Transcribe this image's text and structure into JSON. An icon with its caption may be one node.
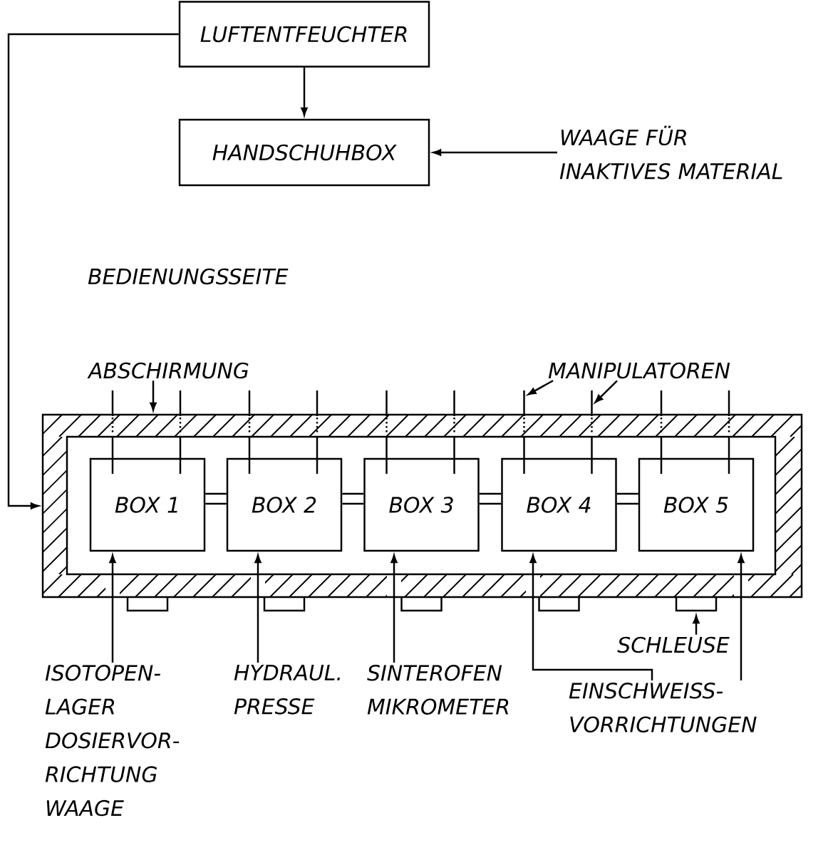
{
  "diagram": {
    "nodes": [
      {
        "text": [
          "LUFTENTFEUCHTER"
        ]
      },
      {
        "text": [
          "HANDSCHUHBOX"
        ]
      },
      {
        "text": [
          "WAAGE FÜR INAKTIVES MATERIAL"
        ]
      },
      {
        "text": [],
        "shape": "box"
      },
      {
        "text": [
          "BOX 1"
        ],
        "in": 3
      },
      {
        "text": [
          "BOX 2"
        ],
        "in": 3
      },
      {
        "text": [
          "BOX 3"
        ],
        "in": 3
      },
      {
        "text": [
          "BOX 4"
        ],
        "in": 3
      },
      {
        "text": [
          "BOX 5"
        ],
        "in": 3
      },
      {
        "text": [
          "ABSCHIRMUNG"
        ]
      },
      {
        "text": [
          "MANIPULATOREN"
        ]
      },
      {
        "text": [
          "ISOTOPEN- LAGER",
          "DOSIERVOR- RICHTUNG",
          "WAAGE"
        ]
      },
      {
        "text": [
          "HYDRAUL. PRESSE"
        ]
      },
      {
        "text": [
          "SINTEROFEN MIKROMETER"
        ]
      },
      {
        "text": [
          "EINSCHWEISS- VORRICHTUNGEN"
        ]
      },
      {
        "text": [
          "SCHLEUSE"
        ]
      }
    ],
    "edges": [
      {
        "from": 0,
        "to": 1,
        "arrow": "to"
      },
      {
        "from": 2,
        "to": 1,
        "arrow": "to"
      },
      {
        "from": 0,
        "to": 3,
        "arrow": "to"
      },
      {
        "from": 9,
        "to": 3,
        "arrow": "to"
      },
      {
        "from": 10,
        "to": null,
        "arrow": "to"
      },
      {
        "from": 10,
        "to": null,
        "arrow": "to"
      },
      {
        "from": 11,
        "to": 4,
        "arrow": "to"
      },
      {
        "from": 12,
        "to": 5,
        "arrow": "to"
      },
      {
        "from": 13,
        "to": 6,
        "arrow": "to"
      },
      {
        "from": 14,
        "to": 7,
        "arrow": "to"
      },
      {
        "from": 14,
        "to": 8,
        "arrow": "to"
      },
      {
        "from": 15,
        "to": 3,
        "arrow": "to"
      },
      {
        "from": 4,
        "to": 5,
        "arrow": "none"
      },
      {
        "from": 5,
        "to": 6,
        "arrow": "none"
      },
      {
        "from": 6,
        "to": 7,
        "arrow": "none"
      },
      {
        "from": 7,
        "to": 8,
        "arrow": "none"
      }
    ],
    "labels": [
      "BEDIENUNGSSEITE"
    ]
  }
}
